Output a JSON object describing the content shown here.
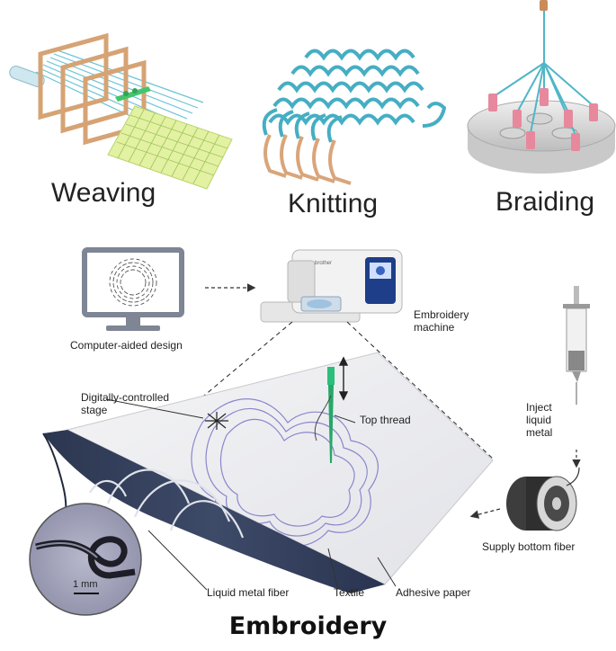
{
  "techniques": {
    "weaving": "Weaving",
    "knitting": "Knitting",
    "braiding": "Braiding"
  },
  "embroidery": {
    "computer_aided_design": "Computer-aided design",
    "embroidery_machine_line1": "Embroidery",
    "embroidery_machine_line2": "machine",
    "digitally_controlled_line1": "Digitally-controlled",
    "digitally_controlled_line2": "stage",
    "top_thread": "Top thread",
    "inject_line1": "Inject",
    "inject_line2": "liquid",
    "inject_line3": "metal",
    "supply_bottom_fiber": "Supply bottom fiber",
    "liquid_metal_fiber": "Liquid metal fiber",
    "textile": "Textile",
    "adhesive_paper": "Adhesive paper",
    "scale_bar": "1 mm"
  },
  "title": "Embroidery",
  "colors": {
    "fiber_teal": "#5fb8c8",
    "frame_tan": "#d9a877",
    "knit_teal": "#4fb0c4",
    "needle_green": "#2eaa6e",
    "denim": "#33425e",
    "pattern_purple": "#8a86cc",
    "braid_pink": "#e08ca0"
  }
}
